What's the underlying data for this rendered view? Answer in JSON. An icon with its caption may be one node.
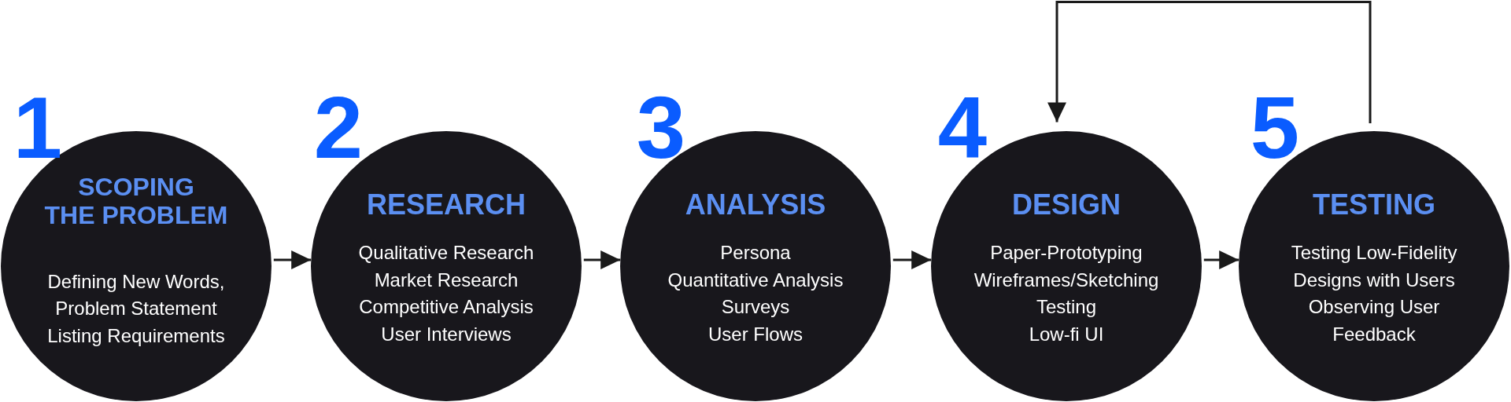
{
  "diagram": {
    "nodes": [
      {
        "text": [
          "SCOPING THE PROBLEM",
          "Defining New Words,",
          "Problem Statement",
          "Listing Requirements"
        ],
        "beside": [
          "1"
        ]
      },
      {
        "text": [
          "RESEARCH",
          "Qualitative Research",
          "Market Research",
          "Competitive Analysis",
          "User Interviews"
        ],
        "beside": [
          "2"
        ]
      },
      {
        "text": [
          "ANALYSIS",
          "Persona",
          "Quantitative Analysis",
          "Surveys",
          "User Flows"
        ],
        "beside": [
          "3"
        ]
      },
      {
        "text": [
          "DESIGN",
          "Paper-Prototyping",
          "Wireframes/Sketching",
          "Testing",
          "Low-fi UI"
        ],
        "beside": [
          "4"
        ]
      },
      {
        "text": [
          "TESTING",
          "Testing Low-Fidelity Designs with Users",
          "Observing User Feedback"
        ],
        "beside": [
          "5"
        ]
      }
    ],
    "edges": [
      {
        "from": 0,
        "to": 1,
        "arrow": "to"
      },
      {
        "from": 1,
        "to": 2,
        "arrow": "to"
      },
      {
        "from": 2,
        "to": 3,
        "arrow": "to"
      },
      {
        "from": 3,
        "to": 4,
        "arrow": "to"
      },
      {
        "from": 4,
        "to": 3,
        "arrow": "to"
      }
    ]
  }
}
